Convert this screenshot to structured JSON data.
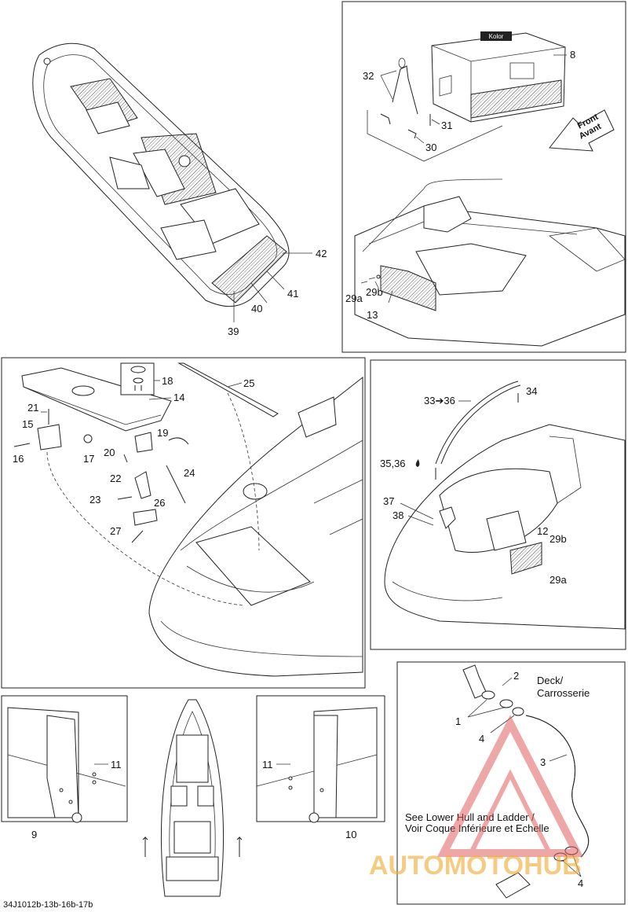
{
  "callouts": {
    "p8": "8",
    "p32": "32",
    "p31": "31",
    "p30": "30",
    "p29a": "29a",
    "p29b": "29b",
    "p13": "13",
    "p42": "42",
    "p41": "41",
    "p40": "40",
    "p39": "39",
    "p18": "18",
    "p14": "14",
    "p25": "25",
    "p21": "21",
    "p15": "15",
    "p16": "16",
    "p17": "17",
    "p19": "19",
    "p20": "20",
    "p22": "22",
    "p24": "24",
    "p23": "23",
    "p26": "26",
    "p27": "27",
    "p33_36": "33➔36",
    "p34": "34",
    "p35_36": "35,36",
    "p37": "37",
    "p38": "38",
    "p12": "12",
    "p29b2": "29b",
    "p29a2": "29a",
    "p11a": "11",
    "p9": "9",
    "p11b": "11",
    "p10": "10",
    "p2": "2",
    "p1": "1",
    "p4a": "4",
    "p3": "3",
    "p4b": "4"
  },
  "arrow_front": {
    "line1": "Front",
    "line2": "Avant"
  },
  "deck_label": {
    "line1": "Deck/",
    "line2": "Carrosserie"
  },
  "see_note": {
    "line1": "See Lower Hull and Ladder /",
    "line2": "Voir Coque Inférieure et Echelle"
  },
  "watermark": "AUTOMOTOHUB",
  "footer_code": "34J1012b-13b-16b-17b",
  "cooler_logo": "Kolor"
}
